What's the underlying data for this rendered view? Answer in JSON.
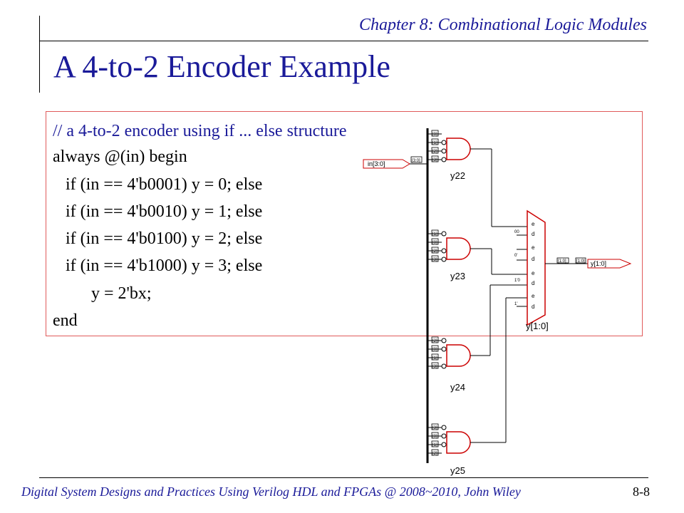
{
  "header": {
    "chapter": "Chapter 8: Combinational Logic Modules"
  },
  "slide": {
    "title": "A 4-to-2 Encoder Example"
  },
  "code": {
    "lines": [
      "// a 4-to-2 encoder using if ... else structure",
      "always @(in) begin",
      "   if (in == 4'b0001) y = 0; else",
      "   if (in == 4'b0010) y = 1; else",
      "   if (in == 4'b0100) y = 2; else",
      "   if (in == 4'b1000) y = 3; else",
      "         y = 2'bx;",
      "end"
    ]
  },
  "schematic": {
    "input_port": "in[3:0]",
    "input_bus": "[3:0]",
    "gates": [
      {
        "name": "y22",
        "inputs": [
          "[0]",
          "[1]",
          "[2]",
          "[3]"
        ]
      },
      {
        "name": "y23",
        "inputs": [
          "[1]",
          "[0]",
          "[2]",
          "[3]"
        ]
      },
      {
        "name": "y24",
        "inputs": [
          "[2]",
          "[0]",
          "[1]",
          "[3]"
        ]
      },
      {
        "name": "y25",
        "inputs": [
          "[3]",
          "[0]",
          "[1]",
          "[2]"
        ]
      }
    ],
    "mux": {
      "name": "y[1:0]",
      "pin_e": "e",
      "pin_d": "d",
      "data_labels": [
        "00",
        "0'",
        "1'0",
        "1'"
      ]
    },
    "output_bus_left": "[1:0]",
    "output_bus_right": "[1:0]",
    "output_port": "y[1:0]"
  },
  "footer": {
    "text": "Digital System Designs and Practices Using Verilog HDL and FPGAs @ 2008~2010, John Wiley",
    "page": "8-8"
  },
  "colors": {
    "accent": "#1a1a99",
    "box_border": "#e05a5a",
    "port": "#cc0000"
  }
}
